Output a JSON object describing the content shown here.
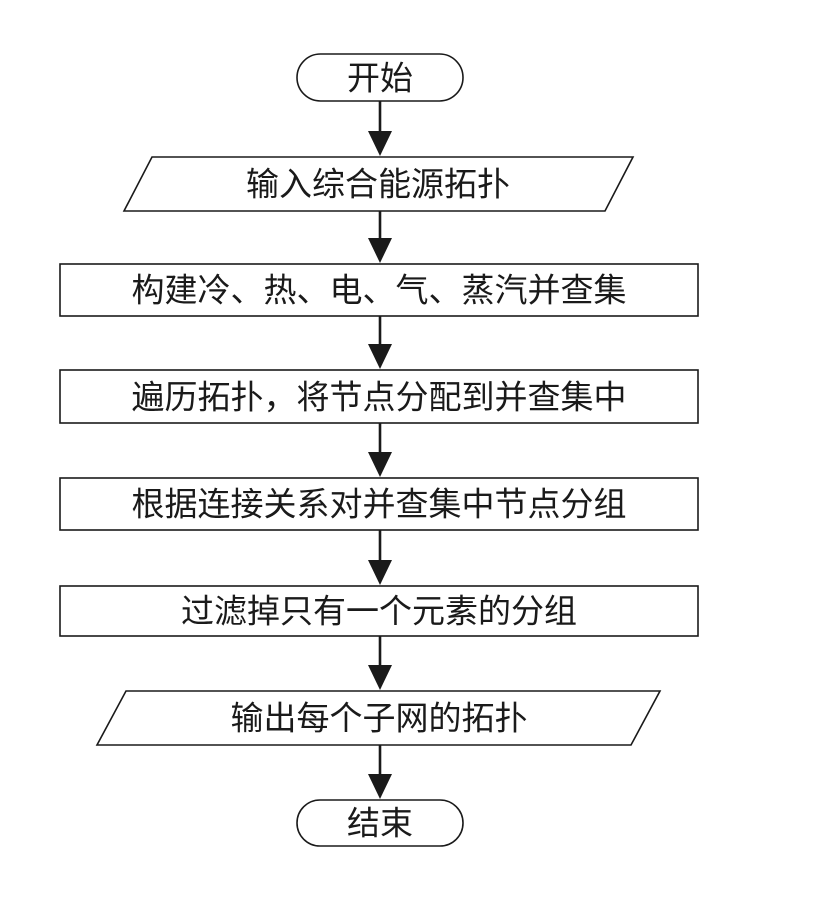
{
  "flowchart": {
    "nodes": [
      {
        "id": "start",
        "shape": "terminal",
        "text": "开始"
      },
      {
        "id": "input-topology",
        "shape": "io",
        "text": "输入综合能源拓扑"
      },
      {
        "id": "build-sets",
        "shape": "process",
        "text": "构建冷、热、电、气、蒸汽并查集"
      },
      {
        "id": "traverse-assign",
        "shape": "process",
        "text": "遍历拓扑，将节点分配到并查集中"
      },
      {
        "id": "group-nodes",
        "shape": "process",
        "text": "根据连接关系对并查集中节点分组"
      },
      {
        "id": "filter-groups",
        "shape": "process",
        "text": "过滤掉只有一个元素的分组"
      },
      {
        "id": "output-topology",
        "shape": "io",
        "text": "输出每个子网的拓扑"
      },
      {
        "id": "end",
        "shape": "terminal",
        "text": "结束"
      }
    ],
    "edges": [
      {
        "from": "start",
        "to": "input-topology"
      },
      {
        "from": "input-topology",
        "to": "build-sets"
      },
      {
        "from": "build-sets",
        "to": "traverse-assign"
      },
      {
        "from": "traverse-assign",
        "to": "group-nodes"
      },
      {
        "from": "group-nodes",
        "to": "filter-groups"
      },
      {
        "from": "filter-groups",
        "to": "output-topology"
      },
      {
        "from": "output-topology",
        "to": "end"
      }
    ]
  }
}
